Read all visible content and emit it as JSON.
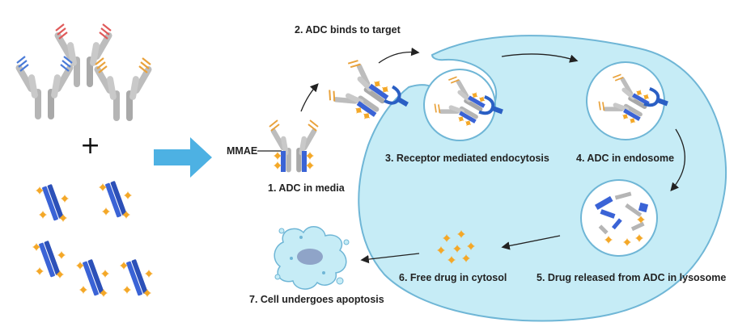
{
  "diagram": {
    "plus_sign": "+",
    "payload_label": "MMAE",
    "steps": [
      {
        "label": "1. ADC in media"
      },
      {
        "label": "2. ADC binds to target"
      },
      {
        "label": "3. Receptor mediated endocytosis"
      },
      {
        "label": "4. ADC in endosome"
      },
      {
        "label": "5. Drug released from ADC in lysosome"
      },
      {
        "label": "6. Free drug in cytosol"
      },
      {
        "label": "7. Cell undergoes apoptosis"
      }
    ]
  },
  "colors": {
    "cell_fill": "#c6ecf6",
    "cell_stroke": "#6fb6d6",
    "arrow_blue": "#4db1e3",
    "antibody_gray": "#b5b5b5",
    "linker_blue": "#3a63d6",
    "drug_orange": "#f4a828",
    "receptor_blue": "#2a5fc4",
    "antibody_red_tips": "#e05a5a",
    "antibody_blue_tips": "#4a7bd8",
    "antibody_orange_tips": "#e9a23b"
  },
  "icons": [
    "antibody-icon",
    "drug-linker-icon",
    "receptor-icon",
    "vesicle-icon",
    "apoptotic-cell-icon",
    "arrow-icon"
  ]
}
